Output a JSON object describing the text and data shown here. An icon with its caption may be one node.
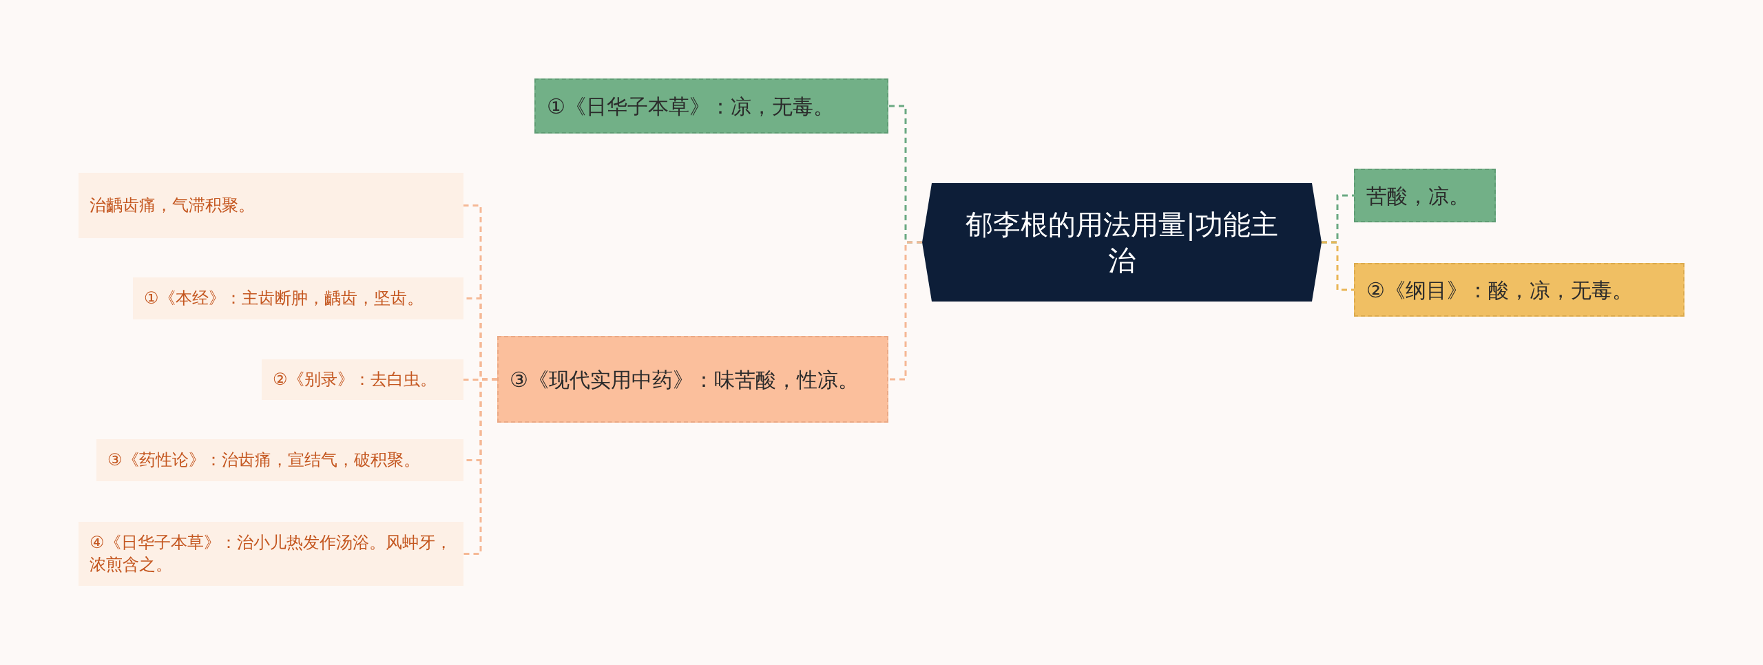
{
  "diagram": {
    "nodes": [
      {
        "text": [
          "郁李根的用法用量|功能主治"
        ]
      },
      {
        "text": [
          "①《日华子本草》：凉，无毒。"
        ]
      },
      {
        "text": [
          "苦酸，凉。"
        ]
      },
      {
        "text": [
          "②《纲目》：酸，凉，无毒。"
        ]
      },
      {
        "text": [
          "③《现代实用中药》：味苦酸，性凉。"
        ]
      },
      {
        "text": [
          "治齲齿痛，气滞积聚。"
        ]
      },
      {
        "text": [
          "①《本经》：主齿断肿，齲齿，坚齿。"
        ]
      },
      {
        "text": [
          "②《别录》：去白虫。"
        ]
      },
      {
        "text": [
          "③《药性论》：治齿痛，宣结气，破积聚。"
        ]
      },
      {
        "text": [
          "④《日华子本草》：治小儿热发作汤浴。风蚛牙，浓煎含之。"
        ]
      }
    ],
    "edges": [
      {
        "from": 0,
        "to": 1,
        "arrow": "none",
        "color": "#6aa982"
      },
      {
        "from": 0,
        "to": 2,
        "arrow": "none",
        "color": "#6aa982"
      },
      {
        "from": 0,
        "to": 3,
        "arrow": "none",
        "color": "#e9b656"
      },
      {
        "from": 0,
        "to": 4,
        "arrow": "none"
      },
      {
        "from": 4,
        "to": 5,
        "arrow": "none"
      },
      {
        "from": 4,
        "to": 6,
        "arrow": "none"
      },
      {
        "from": 4,
        "to": 7,
        "arrow": "none"
      },
      {
        "from": 4,
        "to": 8,
        "arrow": "none"
      },
      {
        "from": 4,
        "to": 9,
        "arrow": "none"
      }
    ]
  }
}
